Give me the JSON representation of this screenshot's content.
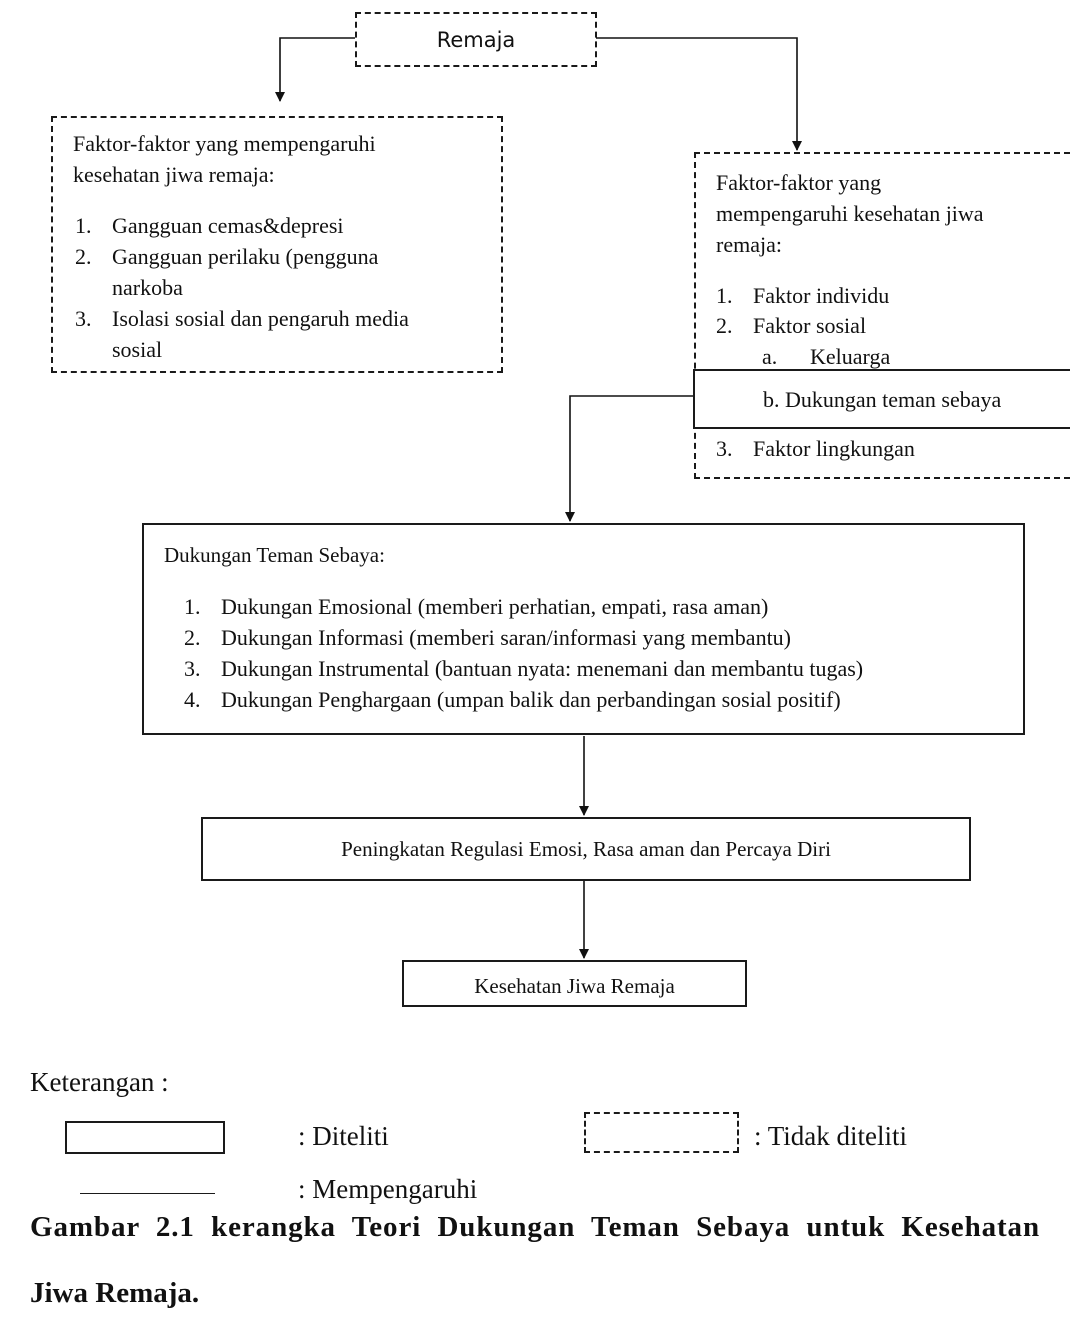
{
  "root": {
    "label": "Remaja"
  },
  "left_box": {
    "heading_line1": "Faktor-faktor yang mempengaruhi",
    "heading_line2": "kesehatan jiwa remaja:",
    "items": [
      {
        "num": "1.",
        "lines": [
          "Gangguan cemas&depresi"
        ]
      },
      {
        "num": "2.",
        "lines": [
          "Gangguan perilaku (pengguna",
          "narkoba"
        ]
      },
      {
        "num": "3.",
        "lines": [
          "Isolasi sosial dan pengaruh media",
          "sosial"
        ]
      }
    ]
  },
  "right_box": {
    "heading_line1": "Faktor-faktor yang",
    "heading_line2": "mempengaruhi kesehatan jiwa",
    "heading_line3": "remaja:",
    "item1": {
      "num": "1.",
      "label": "Faktor individu"
    },
    "item2": {
      "num": "2.",
      "label": "Faktor sosial"
    },
    "sub_a": {
      "num": "a.",
      "label": "Keluarga"
    },
    "sub_b": {
      "label": "b. Dukungan teman sebaya"
    },
    "item3": {
      "num": "3.",
      "label": "Faktor lingkungan"
    }
  },
  "support_box": {
    "heading": "Dukungan Teman Sebaya:",
    "items": [
      {
        "num": "1.",
        "label": "Dukungan Emosional (memberi perhatian, empati, rasa aman)"
      },
      {
        "num": "2.",
        "label": "Dukungan Informasi (memberi saran/informasi yang membantu)"
      },
      {
        "num": "3.",
        "label": "Dukungan Instrumental (bantuan nyata: menemani dan membantu tugas)"
      },
      {
        "num": "4.",
        "label": "Dukungan Penghargaan (umpan balik dan perbandingan sosial positif)"
      }
    ]
  },
  "outcome1": {
    "label": "Peningkatan Regulasi Emosi, Rasa aman dan Percaya Diri"
  },
  "outcome2": {
    "label": "Kesehatan Jiwa Remaja"
  },
  "legend": {
    "title": "Keterangan :",
    "solid_label": ": Diteliti",
    "dashed_label": ": Tidak diteliti",
    "line_label": ": Mempengaruhi"
  },
  "caption": {
    "line1": "Gambar 2.1 kerangka Teori Dukungan Teman Sebaya untuk Kesehatan",
    "line2": "Jiwa Remaja."
  }
}
